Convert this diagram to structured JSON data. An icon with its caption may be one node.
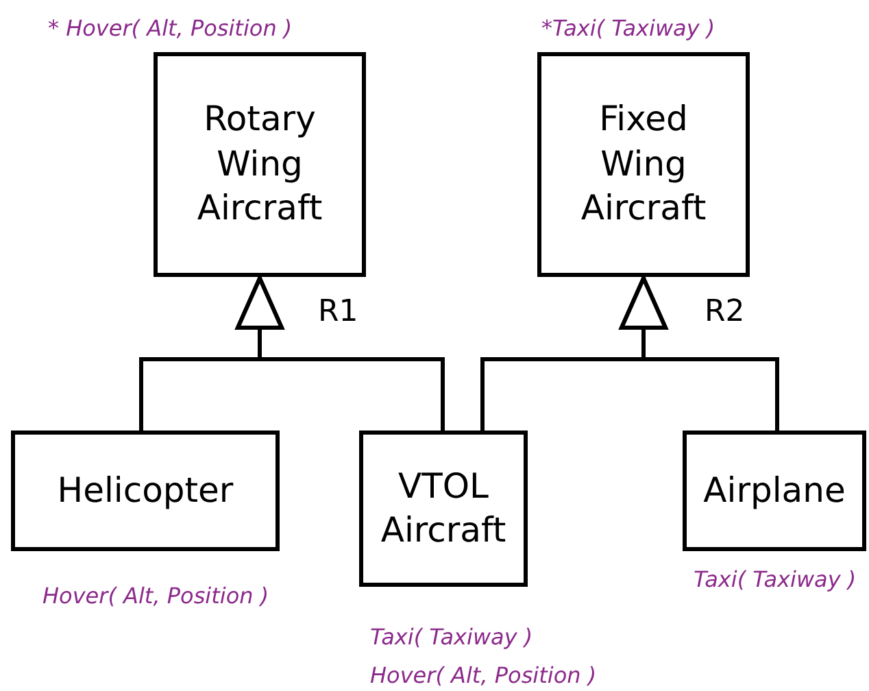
{
  "diagram": {
    "nodes": [
      {
        "text": [
          "Rotary Wing Aircraft"
        ],
        "beside": [
          "* Hover(  Alt, Position )"
        ]
      },
      {
        "text": [
          "Fixed Wing Aircraft"
        ],
        "beside": [
          "*Taxi(  Taxiway )"
        ]
      },
      {
        "text": [
          "Helicopter"
        ],
        "beside": [
          "Hover(  Alt, Position )"
        ]
      },
      {
        "text": [
          "VTOL Aircraft"
        ],
        "beside": [
          "Taxi(  Taxiway )",
          "Hover(  Alt, Position )"
        ]
      },
      {
        "text": [
          "Airplane"
        ],
        "beside": [
          "Taxi(  Taxiway )"
        ]
      }
    ],
    "edges": [
      {
        "from": 2,
        "to": 0,
        "arrow": "to",
        "label": "R1"
      },
      {
        "from": 3,
        "to": 0,
        "arrow": "to"
      },
      {
        "from": 3,
        "to": 1,
        "arrow": "to",
        "label": "R2"
      },
      {
        "from": 4,
        "to": 1,
        "arrow": "to"
      }
    ]
  }
}
